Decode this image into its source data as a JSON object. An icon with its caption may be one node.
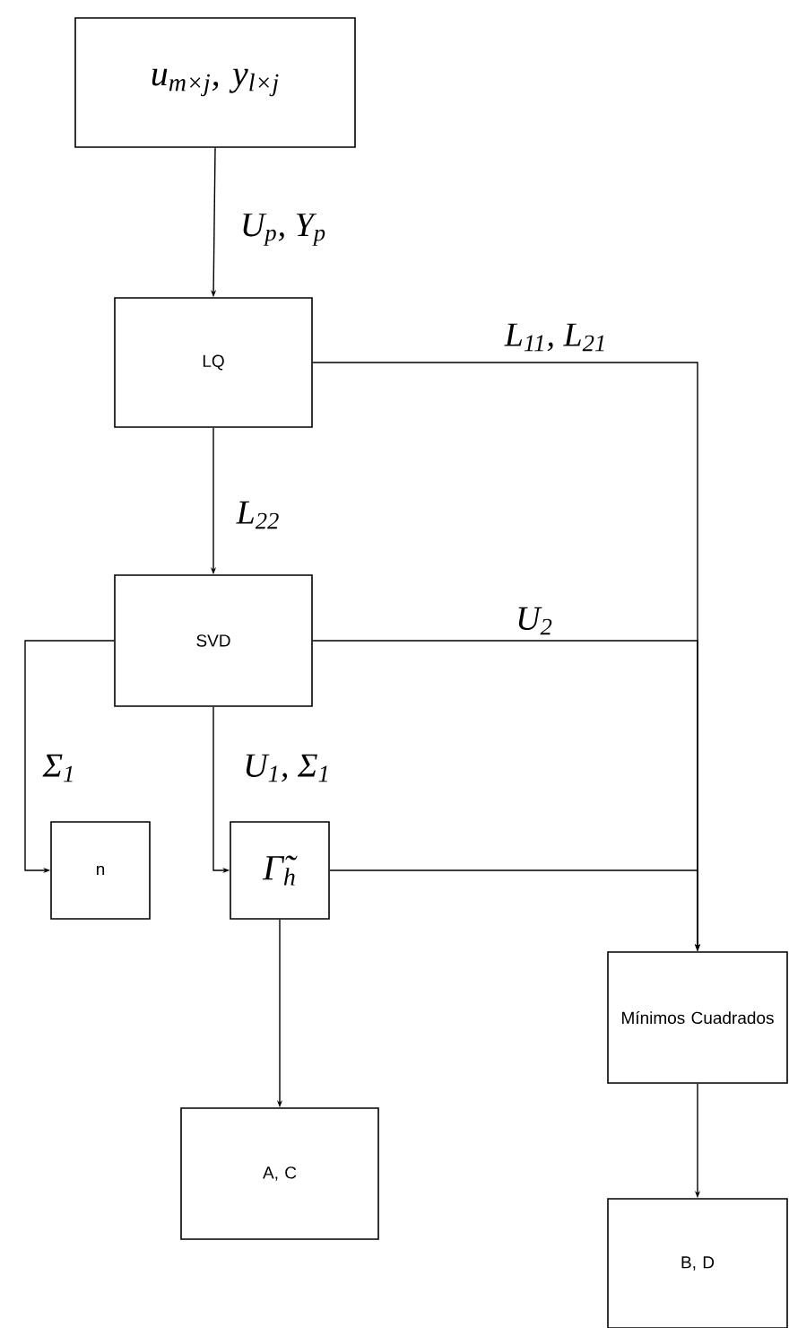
{
  "diagram": {
    "nodes": [
      {
        "text": [
          "u$_{m×j}$, y$_{l×j}$"
        ]
      },
      {
        "text": [
          "LQ"
        ]
      },
      {
        "text": [
          "SVD"
        ]
      },
      {
        "text": [
          "n"
        ]
      },
      {
        "text": [
          "Γ̃$_{h}$"
        ]
      },
      {
        "text": [
          "A, C"
        ]
      },
      {
        "text": [
          "Mínimos Cuadrados"
        ]
      },
      {
        "text": [
          "B, D"
        ]
      }
    ],
    "edges": [
      {
        "from": 0,
        "to": 1,
        "arrow": "to",
        "label": "U$_{p}$, Y$_{p}$"
      },
      {
        "from": 1,
        "to": 2,
        "arrow": "to",
        "label": "L$_{22}$"
      },
      {
        "from": 1,
        "to": 6,
        "arrow": "to",
        "label": "L$_{11}$, L$_{21}$"
      },
      {
        "from": 2,
        "to": 6,
        "arrow": "to",
        "label": "U$_{2}$"
      },
      {
        "from": 2,
        "to": 3,
        "arrow": "to",
        "label": "Σ$_{1}$"
      },
      {
        "from": 2,
        "to": 4,
        "arrow": "to",
        "label": "U$_{1}$, Σ$_{1}$"
      },
      {
        "from": 4,
        "to": 6,
        "arrow": "to"
      },
      {
        "from": 4,
        "to": 5,
        "arrow": "to"
      },
      {
        "from": 6,
        "to": 7,
        "arrow": "to"
      }
    ]
  }
}
